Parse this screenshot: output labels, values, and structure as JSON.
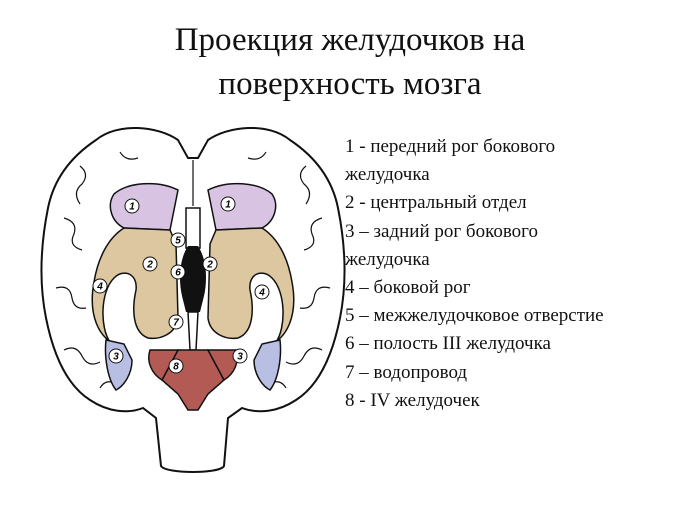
{
  "title": {
    "line1": "Проекция желудочков на",
    "line2": "поверхность мозга"
  },
  "legend": [
    {
      "line1": "1 -   передний рог бокового",
      "line2": "желудочка"
    },
    {
      "line1": "2 -  центральный отдел"
    },
    {
      "line1": "3 – задний рог бокового",
      "line2": "желудочка"
    },
    {
      "line1": "4 – боковой рог"
    },
    {
      "line1": "5 – межжелудочковое отверстие"
    },
    {
      "line1": "6 – полость III желудочка"
    },
    {
      "line1": "7 – водопровод"
    },
    {
      "line1": "8 -  IV желудочек"
    }
  ],
  "markers": [
    "1",
    "1",
    "2",
    "2",
    "3",
    "3",
    "4",
    "4",
    "5",
    "6",
    "7",
    "8"
  ],
  "colors": {
    "anterior_horn": "#d9c3e3",
    "central_part": "#dcc7a0",
    "posterior_horn": "#b9bfe3",
    "third_ventricle": "#111111",
    "fourth_ventricle": "#b35a55",
    "outline": "#111111"
  }
}
